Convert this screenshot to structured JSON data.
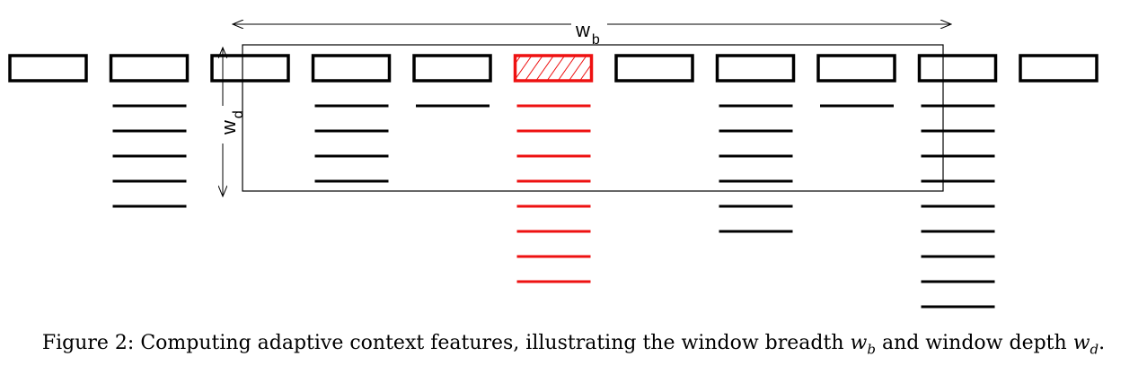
{
  "diagram": {
    "breadth_label": {
      "symbol": "w",
      "sub": "b"
    },
    "depth_label": {
      "symbol": "w",
      "sub": "d"
    },
    "columns": [
      {
        "lines": 0,
        "highlighted": false
      },
      {
        "lines": 5,
        "highlighted": false
      },
      {
        "lines": 0,
        "highlighted": false
      },
      {
        "lines": 4,
        "highlighted": false
      },
      {
        "lines": 1,
        "highlighted": false
      },
      {
        "lines": 8,
        "highlighted": true
      },
      {
        "lines": 0,
        "highlighted": false
      },
      {
        "lines": 6,
        "highlighted": false
      },
      {
        "lines": 1,
        "highlighted": false
      },
      {
        "lines": 9,
        "highlighted": false
      },
      {
        "lines": 0,
        "highlighted": false
      }
    ],
    "colors": {
      "default": "#000000",
      "highlight": "#ee1111"
    }
  },
  "caption": {
    "prefix": "Figure 2: Computing adaptive context features, illustrating the window breadth ",
    "wb_symbol": "w",
    "wb_sub": "b",
    "middle": " and window depth ",
    "wd_symbol": "w",
    "wd_sub": "d",
    "suffix": "."
  }
}
